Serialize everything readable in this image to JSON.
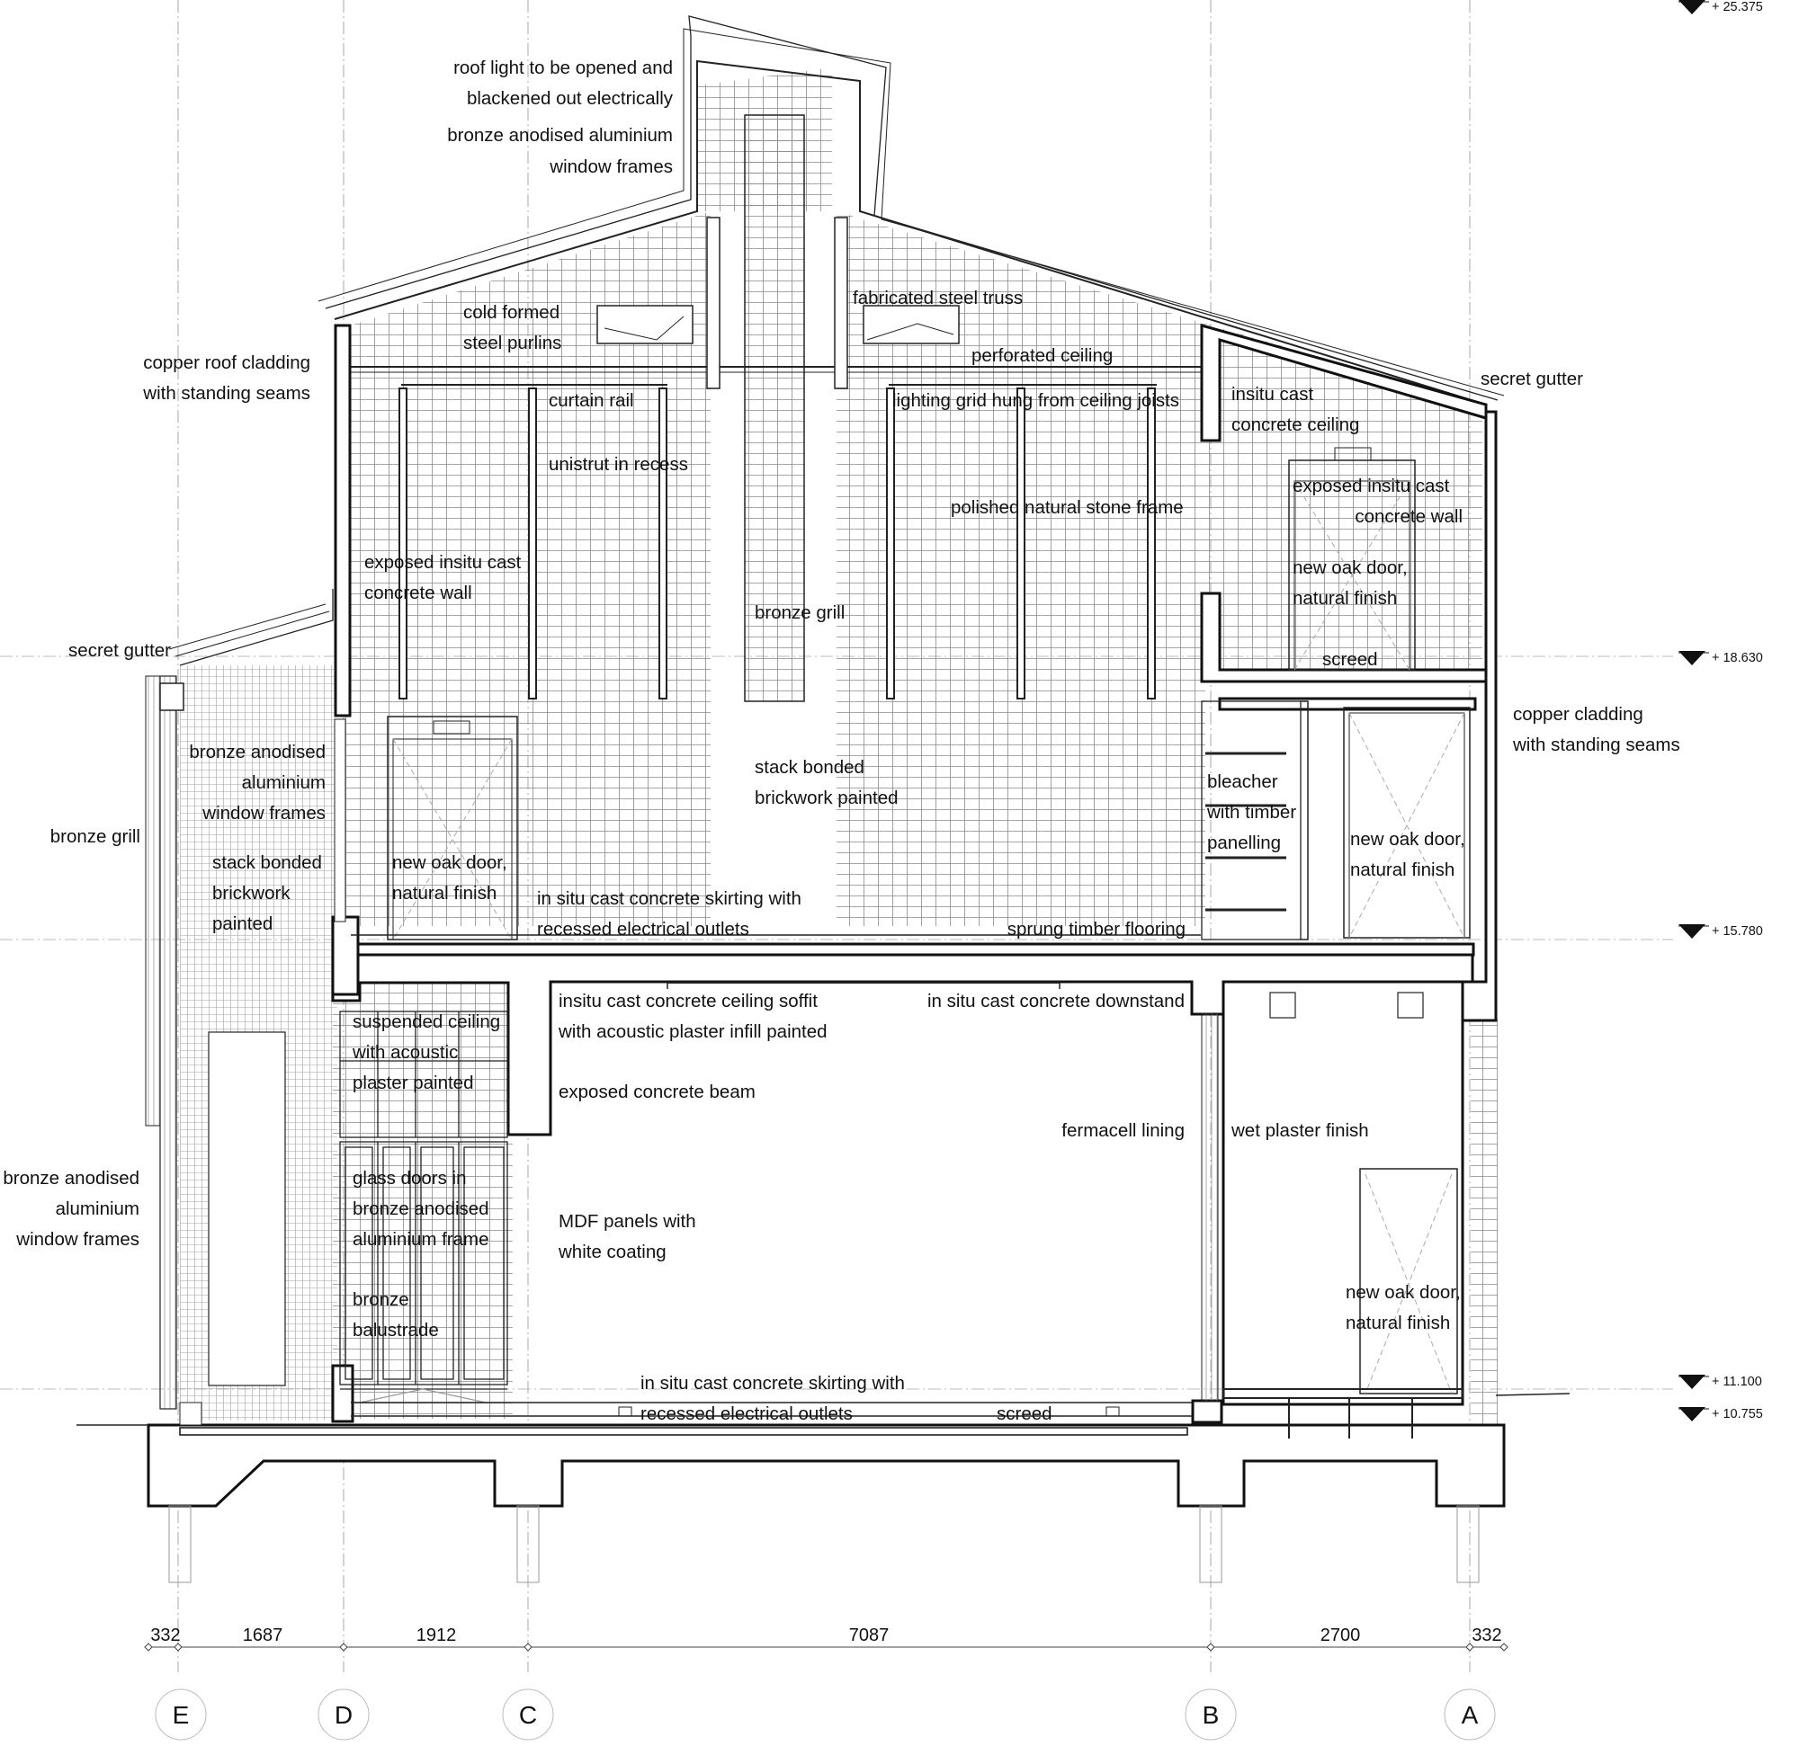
{
  "labels": {
    "roof_light_1": "roof light to be opened and",
    "roof_light_2": "blackened out electrically",
    "roof_frames_1": "bronze anodised aluminium",
    "roof_frames_2": "window frames",
    "purlins_1": "cold formed",
    "purlins_2": "steel purlins",
    "truss": "fabricated steel truss",
    "perforated_ceiling": "perforated ceiling",
    "copper_roof_1": "copper roof cladding",
    "copper_roof_2": "with standing seams",
    "secret_gutter_right": "secret gutter",
    "curtain_rail": "curtain rail",
    "lighting_grid": "lighting grid hung from ceiling joists",
    "insitu_ceiling_1": "insitu cast",
    "insitu_ceiling_2": "concrete ceiling",
    "unistrut": "unistrut in recess",
    "stone_frame": "polished natural stone frame",
    "exposed_wall_right_1": "exposed insitu cast",
    "exposed_wall_right_2": "concrete wall",
    "exposed_wall_left_1": "exposed insitu cast",
    "exposed_wall_left_2": "concrete wall",
    "oak_door_upper_right_1": "new oak door,",
    "oak_door_upper_right_2": "natural finish",
    "bronze_grill_center": "bronze grill",
    "secret_gutter_left": "secret gutter",
    "screed_upper": "screed",
    "copper_cladding_1": "copper cladding",
    "copper_cladding_2": "with standing seams",
    "left_frames_1": "bronze anodised",
    "left_frames_2": "aluminium",
    "left_frames_3": "window frames",
    "stack_center_1": "stack bonded",
    "stack_center_2": "brickwork painted",
    "bleacher_1": "bleacher",
    "bleacher_2": "with timber",
    "bleacher_3": "panelling",
    "bronze_grill_left": "bronze grill",
    "stack_left_1": "stack bonded",
    "stack_left_2": "brickwork",
    "stack_left_3": "painted",
    "oak_door_mid_left_1": "new oak door,",
    "oak_door_mid_left_2": "natural finish",
    "oak_door_mid_right_1": "new oak door,",
    "oak_door_mid_right_2": "natural finish",
    "skirting_upper_1": "in situ cast concrete skirting with",
    "skirting_upper_2": "recessed electrical outlets",
    "sprung_floor": "sprung timber flooring",
    "soffit_1": "insitu cast concrete ceiling soffit",
    "soffit_2": "with acoustic plaster infill painted",
    "downstand": "in situ cast concrete downstand",
    "suspended_1": "suspended ceiling",
    "suspended_2": "with acoustic",
    "suspended_3": "plaster painted",
    "beam": "exposed concrete beam",
    "fermacell": "fermacell lining",
    "wet_plaster": "wet plaster finish",
    "ground_frames_1": "bronze anodised",
    "ground_frames_2": "aluminium",
    "ground_frames_3": "window frames",
    "glass_doors_1": "glass doors in",
    "glass_doors_2": "bronze anodised",
    "glass_doors_3": "aluminium frame",
    "mdf_1": "MDF panels with",
    "mdf_2": "white coating",
    "balustrade_1": "bronze",
    "balustrade_2": "balustrade",
    "oak_door_lower_1": "new oak door,",
    "oak_door_lower_2": "natural finish",
    "skirting_lower_1": "in situ cast concrete skirting with",
    "skirting_lower_2": "recessed electrical outlets",
    "screed_lower": "screed"
  },
  "levels": {
    "l1": "+ 25.375",
    "l2": "+ 18.630",
    "l3": "+ 15.780",
    "l4": "+ 11.100",
    "l5": "+ 10.755"
  },
  "dimensions": {
    "d1": "332",
    "d2": "1687",
    "d3": "1912",
    "d4": "7087",
    "d5": "2700",
    "d6": "332"
  },
  "grid_axes": {
    "e": "E",
    "d": "D",
    "c": "C",
    "b": "B",
    "a": "A"
  }
}
